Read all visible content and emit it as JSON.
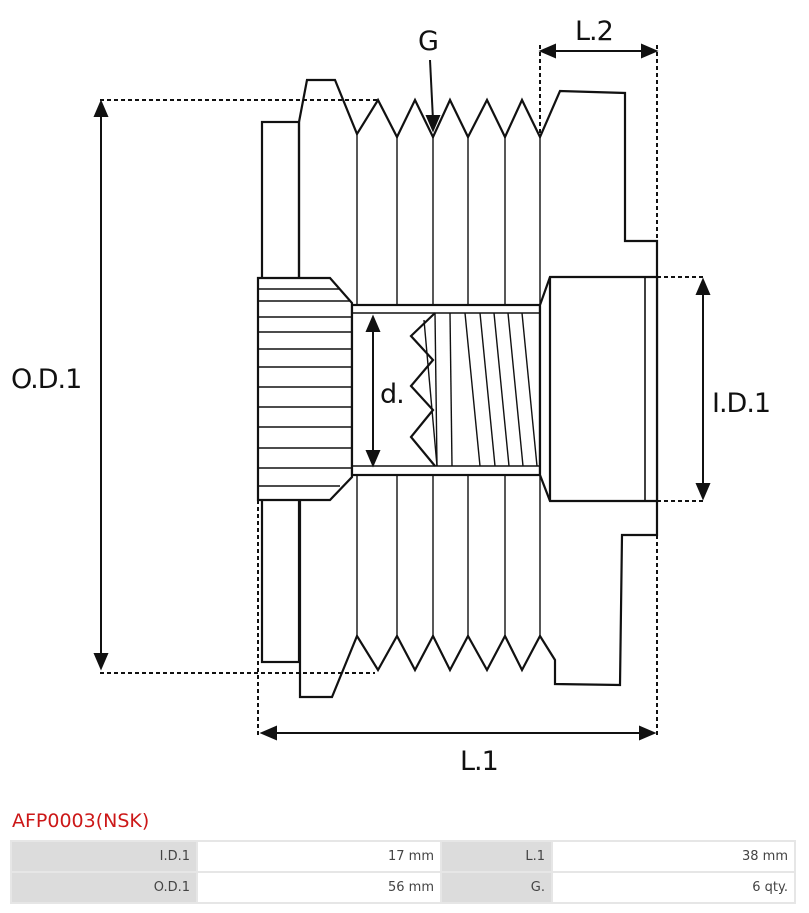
{
  "diagram": {
    "labels": {
      "od1": "O.D.1",
      "id1": "I.D.1",
      "l1": "L.1",
      "l2": "L.2",
      "g": "G",
      "d": "d."
    }
  },
  "product": {
    "title": "AFP0003(NSK)"
  },
  "specs": [
    {
      "label1": "I.D.1",
      "value1": "17 mm",
      "label2": "L.1",
      "value2": "38 mm"
    },
    {
      "label1": "O.D.1",
      "value1": "56 mm",
      "label2": "G.",
      "value2": "6 qty."
    }
  ],
  "colors": {
    "title": "#cc1818"
  }
}
